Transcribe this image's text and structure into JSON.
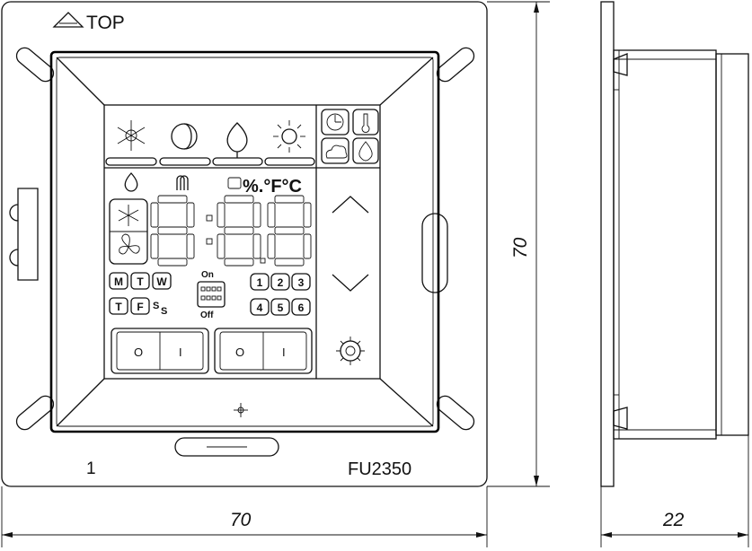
{
  "top_marker": {
    "label": "TOP"
  },
  "panel": {
    "item_number": "1",
    "model": "FU2350"
  },
  "temperature_units": {
    "label": "%.°F°C"
  },
  "day_keys": [
    "M",
    "T",
    "W",
    "T",
    "F",
    "S",
    "S"
  ],
  "power": {
    "on_label": "On",
    "off_label": "Off"
  },
  "program_keys": [
    "1",
    "2",
    "3",
    "4",
    "5",
    "6"
  ],
  "switch_labels": {
    "off_glyph": "O",
    "on_glyph": "I"
  },
  "dimensions": {
    "width": "70",
    "height": "70",
    "depth": "22"
  }
}
